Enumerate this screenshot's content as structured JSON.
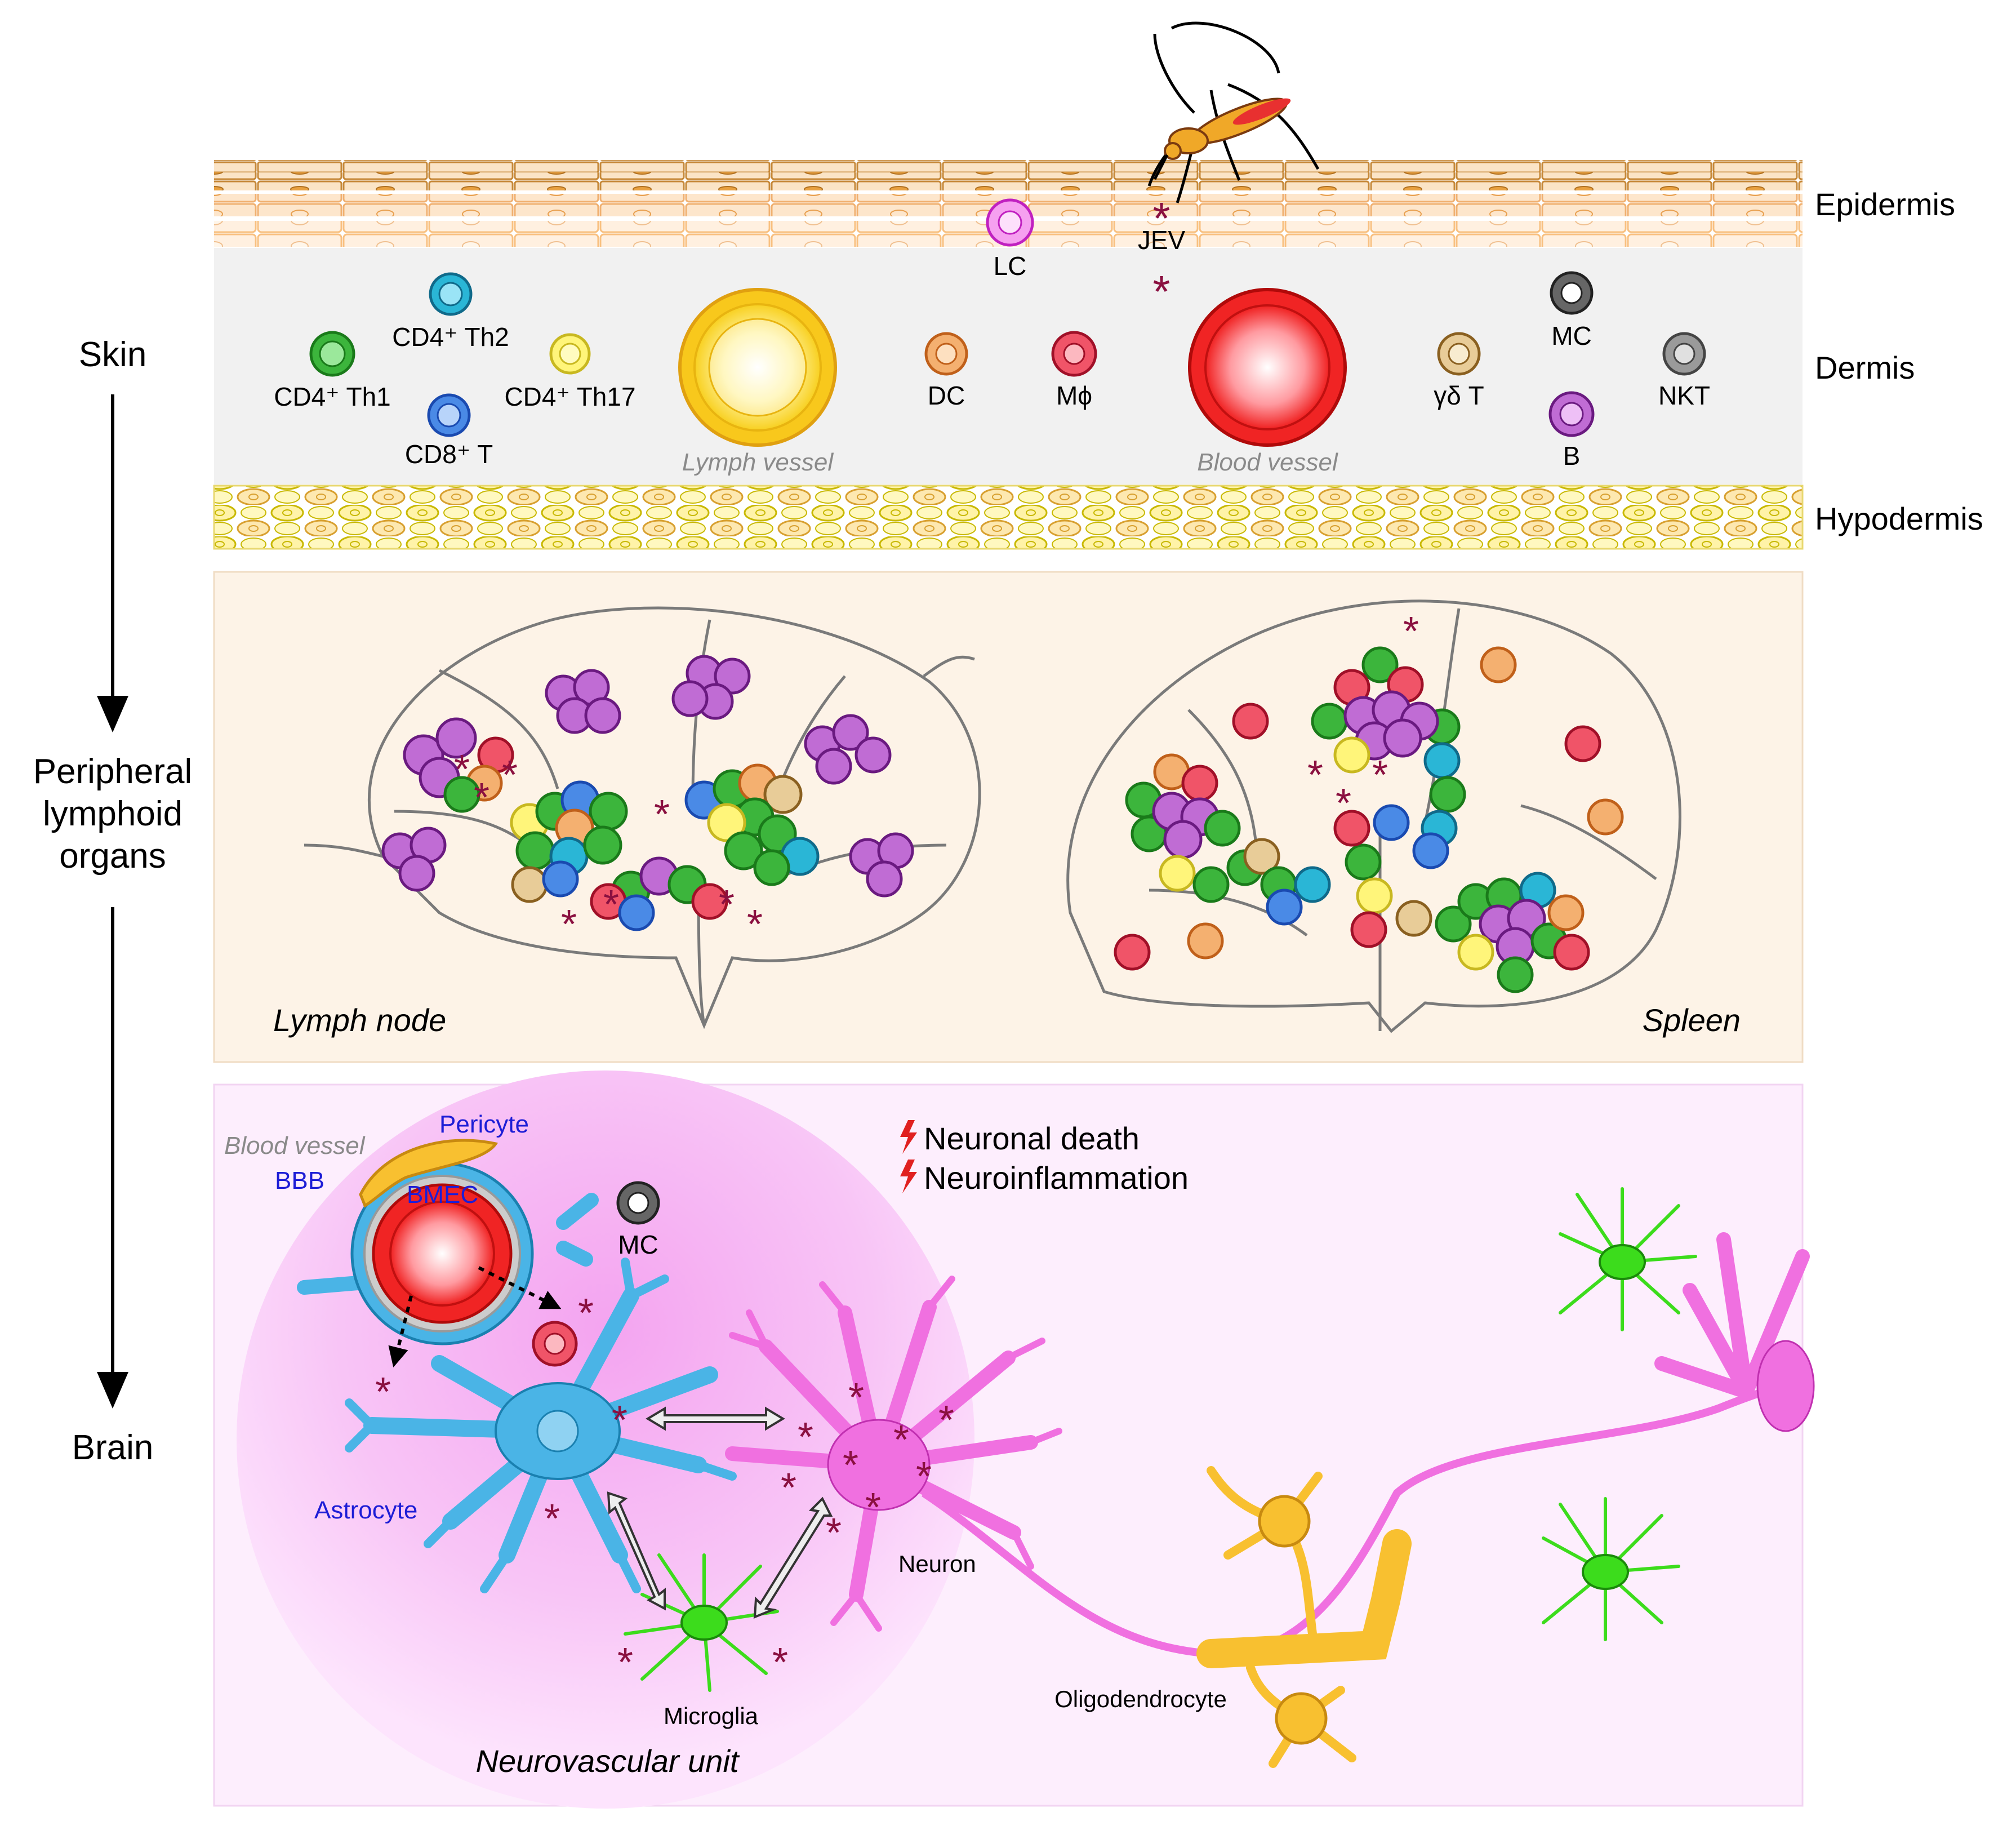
{
  "stages": {
    "skin": "Skin",
    "lymphoid_line1": "Peripheral",
    "lymphoid_line2": "lymphoid",
    "lymphoid_line3": "organs",
    "brain": "Brain"
  },
  "skin_layers": {
    "epidermis": "Epidermis",
    "dermis": "Dermis",
    "hypodermis": "Hypodermis"
  },
  "skin_cells": {
    "th1": "CD4⁺ Th1",
    "th2": "CD4⁺ Th2",
    "th17": "CD4⁺ Th17",
    "cd8": "CD8⁺ T",
    "lymph_vessel": "Lymph vessel",
    "lc": "LC",
    "jev": "JEV",
    "dc": "DC",
    "mphi": "Mϕ",
    "blood_vessel": "Blood vessel",
    "gdt": "γδ T",
    "mc": "MC",
    "b": "B",
    "nkt": "NKT"
  },
  "lymphoid": {
    "lymph_node": "Lymph node",
    "spleen": "Spleen"
  },
  "brain": {
    "blood_vessel": "Blood vessel",
    "bbb": "BBB",
    "pericyte": "Pericyte",
    "bmec": "BMEC",
    "mc": "MC",
    "neuronal_death": "Neuronal death",
    "neuroinflammation": "Neuroinflammation",
    "astrocyte": "Astrocyte",
    "neuron": "Neuron",
    "microglia": "Microglia",
    "oligodendrocyte": "Oligodendrocyte",
    "nvu": "Neurovascular unit"
  },
  "colors": {
    "th1": "#3cb53c",
    "th2": "#2ab6d6",
    "th17": "#e6dc3c",
    "cd8": "#4a8ae6",
    "b": "#b04cc4",
    "dc": "#e8903a",
    "mphi": "#e0304a",
    "gdt": "#c8a060",
    "lc": "#d840d8",
    "jev": "#8a1040",
    "astrocyte": "#4ab4e6",
    "neuron": "#f070e0",
    "microglia": "#3cdc1c",
    "oligodendrocyte": "#f8c030"
  },
  "icons": [
    "mosquito-icon",
    "jev-virus-icon",
    "lightning-icon",
    "arrow-down-icon"
  ]
}
